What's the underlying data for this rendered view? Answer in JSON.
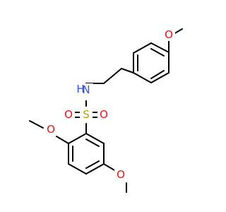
{
  "molecule": {
    "atoms": {
      "o_top": {
        "label": "O",
        "color": "#ff0d0d"
      },
      "n_amide": {
        "label": "H",
        "sub": "N",
        "color": "#3050f8"
      },
      "s_sulfonyl": {
        "label": "S",
        "color": "#b8a000"
      },
      "o_sulfonyl_left": {
        "label": "O",
        "color": "#ff0d0d"
      },
      "o_sulfonyl_right": {
        "label": "O",
        "color": "#ff0d0d"
      },
      "o_left": {
        "label": "O",
        "color": "#ff0d0d"
      },
      "o_bottom": {
        "label": "O",
        "color": "#ff0d0d"
      }
    }
  }
}
